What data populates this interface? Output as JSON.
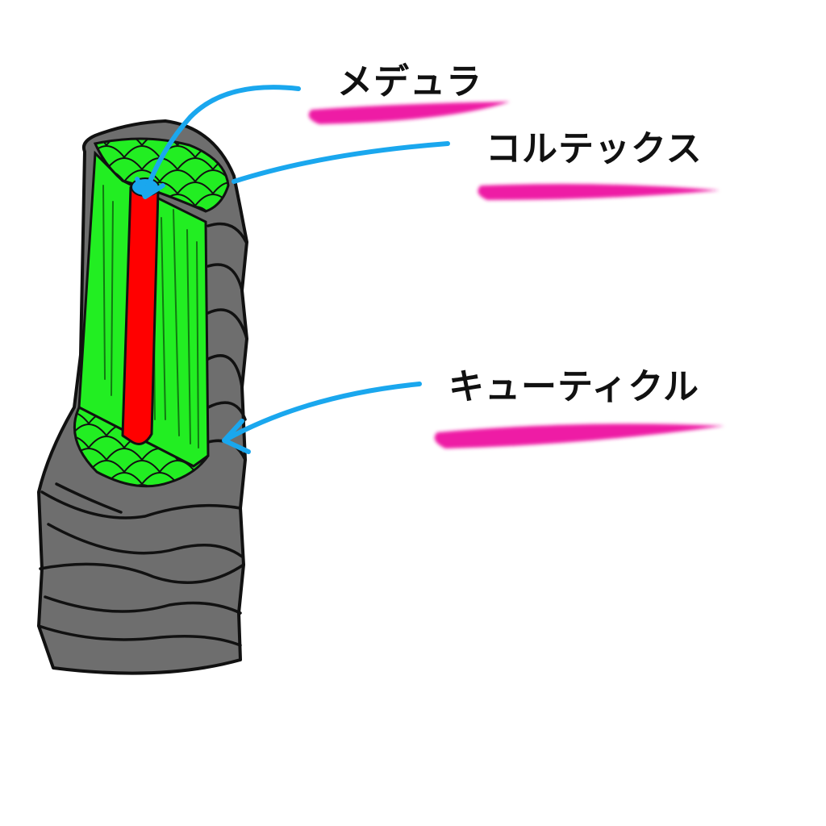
{
  "labels": {
    "medulla": "メデュラ",
    "cortex": "コルテックス",
    "cuticle": "キューティクル"
  },
  "colors": {
    "medulla": "#ff0000",
    "cortex": "#22ee22",
    "cuticle": "#6e6e6e",
    "pointer_arrow": "#1aa7ee",
    "underline": "#ee1aa5",
    "outline": "#111111"
  }
}
